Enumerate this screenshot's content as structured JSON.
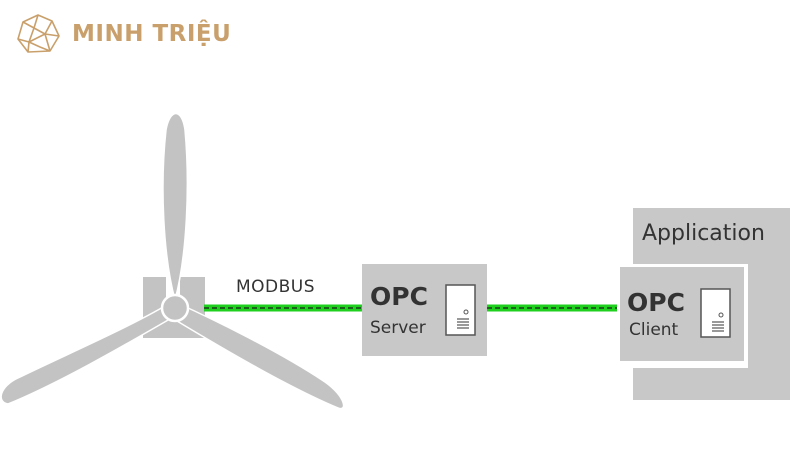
{
  "logo": {
    "text": "MINH TRIỆU",
    "icon": "crystal-logo-icon",
    "color": "#c9a06b"
  },
  "diagram": {
    "bus_label": "MODBUS",
    "opc_server": {
      "title": "OPC",
      "subtitle": "Server",
      "icon": "server-document-icon"
    },
    "opc_client": {
      "title": "OPC",
      "subtitle": "Client",
      "icon": "server-document-icon"
    },
    "application": {
      "title": "Application"
    },
    "device": {
      "icon": "wind-turbine-icon"
    },
    "colors": {
      "box": "#c8c8c8",
      "box_inner": "#dcdcdc",
      "turbine": "#c3c3c3",
      "link": "#1fd01f",
      "link_dash": "#1a1a1a",
      "text": "#333333"
    }
  }
}
